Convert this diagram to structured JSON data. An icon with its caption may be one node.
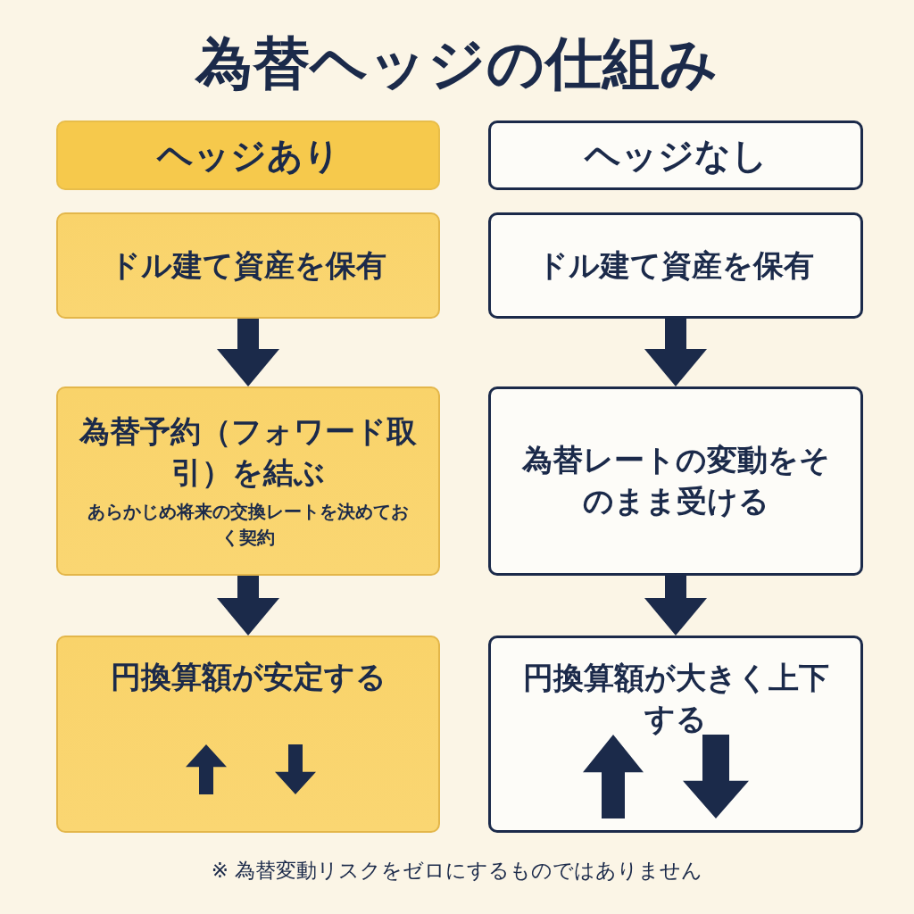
{
  "diagram": {
    "title": "為替ヘッジの仕組み",
    "nodes": [
      {
        "text": [
          "ヘッジあり"
        ]
      },
      {
        "text": [
          "ヘッジなし"
        ]
      },
      {
        "text": [
          "ドル建て資産を保有"
        ]
      },
      {
        "text": [
          "為替予約（フォワード取引）を結ぶ",
          "あらかじめ将来の交換レートを決めておく契約"
        ]
      },
      {
        "text": [
          "円換算額が安定する"
        ]
      },
      {
        "text": [
          "ドル建て資産を保有"
        ]
      },
      {
        "text": [
          "為替レートの変動をそのまま受ける"
        ]
      },
      {
        "text": [
          "円換算額が大きく上下する"
        ]
      }
    ],
    "edges": [
      {
        "from": 2,
        "to": 3,
        "arrow": "to"
      },
      {
        "from": 3,
        "to": 4,
        "arrow": "to"
      },
      {
        "from": 5,
        "to": 6,
        "arrow": "to"
      },
      {
        "from": 6,
        "to": 7,
        "arrow": "to"
      }
    ],
    "caption": "※ 為替変動リスクをゼロにするものではありません"
  }
}
